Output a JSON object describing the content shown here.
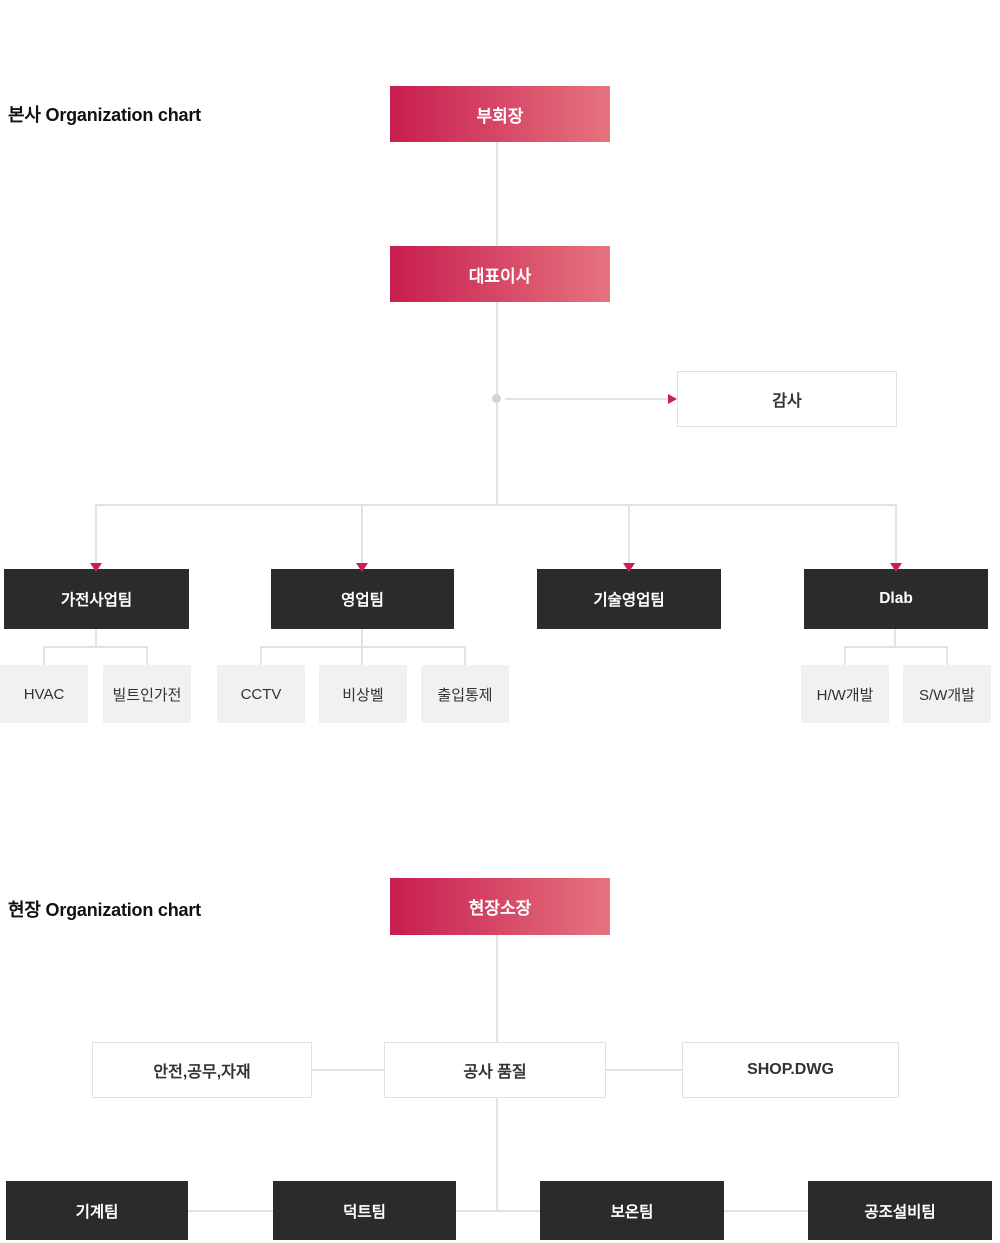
{
  "colors": {
    "gradient_start": "#c71d4e",
    "gradient_end": "#e5737f",
    "dark_box": "#2b2b2b",
    "light_box": "#f1f1f1",
    "line": "#e2e2e2",
    "border": "#e0e0e0",
    "arrow": "#c9204f"
  },
  "hq": {
    "title": "본사 Organization chart",
    "chairman": "부회장",
    "ceo": "대표이사",
    "auditor": "감사",
    "teams": [
      "가전사업팀",
      "영업팀",
      "기술영업팀",
      "Dlab"
    ],
    "subteams": [
      "HVAC",
      "빌트인가전",
      "CCTV",
      "비상벨",
      "출입통제",
      "H/W개발",
      "S/W개발"
    ]
  },
  "site": {
    "title": "현장 Organization chart",
    "manager": "현장소장",
    "staff": [
      "안전,공무,자재",
      "공사 품질",
      "SHOP.DWG"
    ],
    "teams": [
      "기계팀",
      "덕트팀",
      "보온팀",
      "공조설비팀"
    ]
  }
}
